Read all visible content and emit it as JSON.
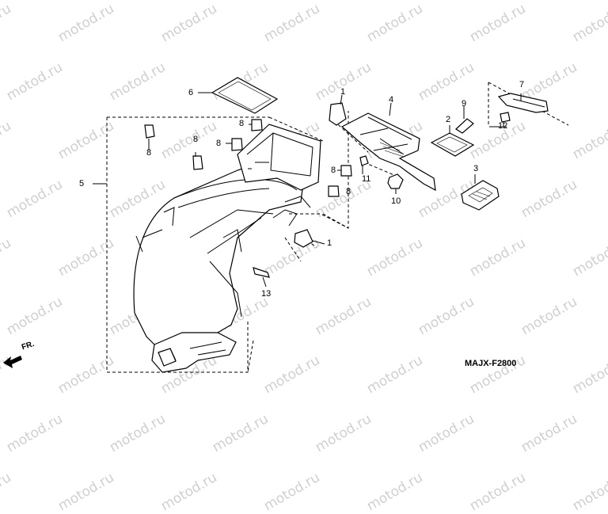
{
  "watermark": "motod.ru",
  "diagram_code": "MAJX-F2800",
  "front_label": "FR.",
  "callouts": {
    "c1a": "1",
    "c1b": "1",
    "c2": "2",
    "c3": "3",
    "c4": "4",
    "c5": "5",
    "c6": "6",
    "c7": "7",
    "c8a": "8",
    "c8b": "8",
    "c8c": "8",
    "c8d": "8",
    "c8e": "8",
    "c8f": "8",
    "c9": "9",
    "c10": "10",
    "c11": "11",
    "c12": "12",
    "c13": "13"
  }
}
